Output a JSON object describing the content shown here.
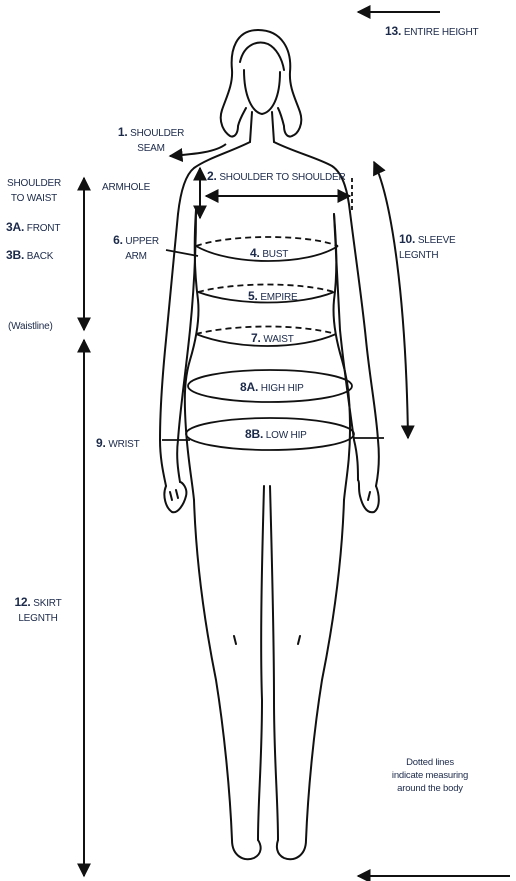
{
  "labels": {
    "entire_height": {
      "num": "13.",
      "text": "ENTIRE HEIGHT"
    },
    "shoulder_seam": {
      "num": "1.",
      "text": "SHOULDER",
      "text2": "SEAM"
    },
    "shoulder_to_waist": {
      "line1": "SHOULDER",
      "line2": "TO WAIST"
    },
    "armhole": "ARMHOLE",
    "shoulder_to_shoulder": {
      "num": "2.",
      "text": "SHOULDER TO SHOULDER"
    },
    "front": {
      "num": "3A.",
      "text": "FRONT"
    },
    "back": {
      "num": "3B.",
      "text": "BACK"
    },
    "upper_arm": {
      "num": "6.",
      "text": "UPPER",
      "text2": "ARM"
    },
    "bust": {
      "num": "4.",
      "text": "BUST"
    },
    "sleeve_length": {
      "num": "10.",
      "text": "SLEEVE",
      "text2": "LEGNTH"
    },
    "empire": {
      "num": "5.",
      "text": "EMPIRE"
    },
    "waistline": "(Waistline)",
    "waist": {
      "num": "7.",
      "text": "WAIST"
    },
    "high_hip": {
      "num": "8A.",
      "text": "HIGH HIP"
    },
    "wrist": {
      "num": "9.",
      "text": "WRIST"
    },
    "low_hip": {
      "num": "8B.",
      "text": "LOW HIP"
    },
    "skirt_length": {
      "num": "12.",
      "text": "SKIRT",
      "text2": "LEGNTH"
    }
  },
  "note": {
    "line1": "Dotted lines",
    "line2": "indicate measuring",
    "line3": "around the body"
  },
  "colors": {
    "ink": "#1c2a4a",
    "outline": "#111111"
  }
}
